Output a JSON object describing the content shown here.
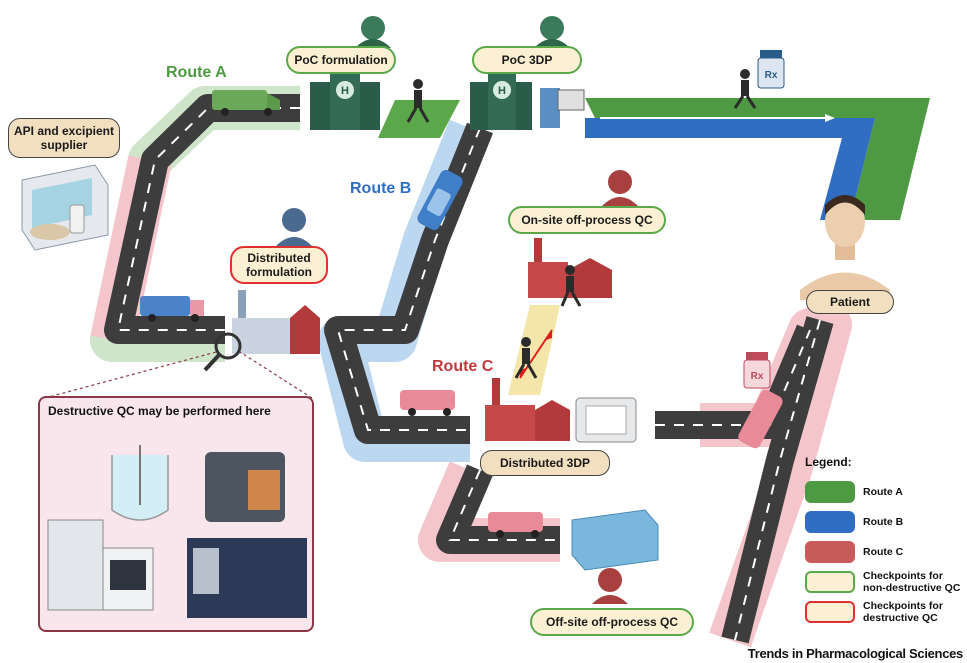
{
  "labels": {
    "api_supplier": "API and excipient supplier",
    "poc_formulation": "PoC formulation",
    "poc_3dp": "PoC 3DP",
    "distributed_formulation": "Distributed formulation",
    "onsite_qc": "On-site off-process QC",
    "distributed_3dp": "Distributed 3DP",
    "offsite_qc": "Off-site off-process QC",
    "patient": "Patient"
  },
  "routes": {
    "a": "Route A",
    "b": "Route B",
    "c": "Route C"
  },
  "qc_box": {
    "title": "Destructive QC may be performed here"
  },
  "legend": {
    "title": "Legend:",
    "items": [
      {
        "label": "Route A",
        "color": "#4e9a43",
        "border": "#4e9a43"
      },
      {
        "label": "Route B",
        "color": "#2f6ec1",
        "border": "#2f6ec1"
      },
      {
        "label": "Route C",
        "color": "#c85a5a",
        "border": "#c85a5a"
      },
      {
        "label": "Checkpoints for non-destructive QC",
        "color": "#fbf0d3",
        "border": "#5aa84a"
      },
      {
        "label": "Checkpoints for destructive QC",
        "color": "#fbf0d3",
        "border": "#e03030"
      }
    ]
  },
  "colors": {
    "route_a": "#4e9a43",
    "route_b": "#2f6ec1",
    "route_c": "#c0393b",
    "road": "#3a3a3a",
    "halo_a": "#cfe5c9",
    "halo_b": "#bcd7f0",
    "halo_c": "#f4c6cc"
  },
  "credit": "Trends in Pharmacological Sciences"
}
